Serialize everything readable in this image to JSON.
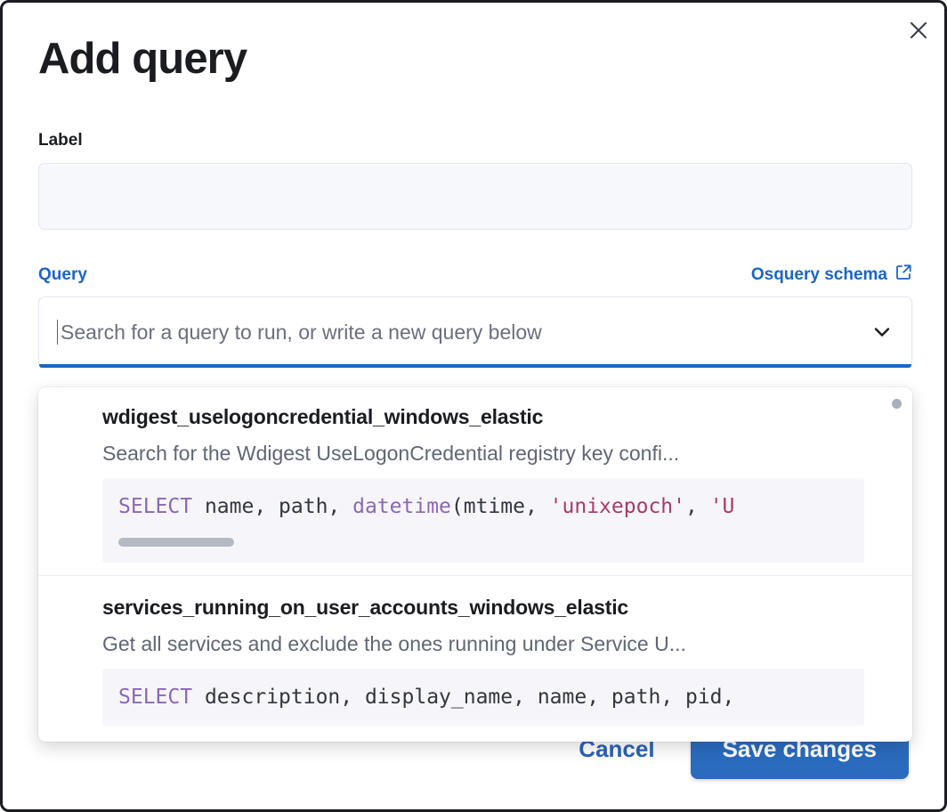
{
  "modal": {
    "title": "Add query",
    "close_icon": "close-icon"
  },
  "label_field": {
    "label": "Label",
    "value": "",
    "placeholder": ""
  },
  "query_field": {
    "label": "Query",
    "schema_link_text": "Osquery schema",
    "schema_link_icon": "external-link-icon",
    "combobox_placeholder": "Search for a query to run, or write a new query below",
    "combobox_value": "",
    "chevron_icon": "chevron-down-icon"
  },
  "dropdown": {
    "options": [
      {
        "title": "wdigest_uselogoncredential_windows_elastic",
        "description": "Search for the Wdigest UseLogonCredential registry key confi...",
        "code_tokens": [
          {
            "text": "SELECT",
            "type": "keyword"
          },
          {
            "text": " name, path, ",
            "type": "plain"
          },
          {
            "text": "datetime",
            "type": "function"
          },
          {
            "text": "(mtime, ",
            "type": "plain"
          },
          {
            "text": "'unixepoch'",
            "type": "string"
          },
          {
            "text": ", ",
            "type": "plain"
          },
          {
            "text": "'U",
            "type": "string"
          }
        ],
        "has_horizontal_scrollbar": true
      },
      {
        "title": "services_running_on_user_accounts_windows_elastic",
        "description": "Get all services and exclude the ones running under Service U...",
        "code_tokens": [
          {
            "text": "SELECT",
            "type": "keyword"
          },
          {
            "text": " description, display_name, name, path, pid,",
            "type": "plain"
          }
        ],
        "has_horizontal_scrollbar": false
      }
    ]
  },
  "footer": {
    "cancel_label": "Cancel",
    "save_label": "Save changes"
  },
  "colors": {
    "accent_blue": "#1a66c4",
    "save_button_blue": "#2a6bbd",
    "text_dark": "#1a1c21",
    "text_muted": "#5f6675",
    "code_keyword_purple": "#8d66b8",
    "code_string_crimson": "#a8396b",
    "code_bg": "#f6f6fa",
    "input_bg": "#f7f8fc"
  }
}
